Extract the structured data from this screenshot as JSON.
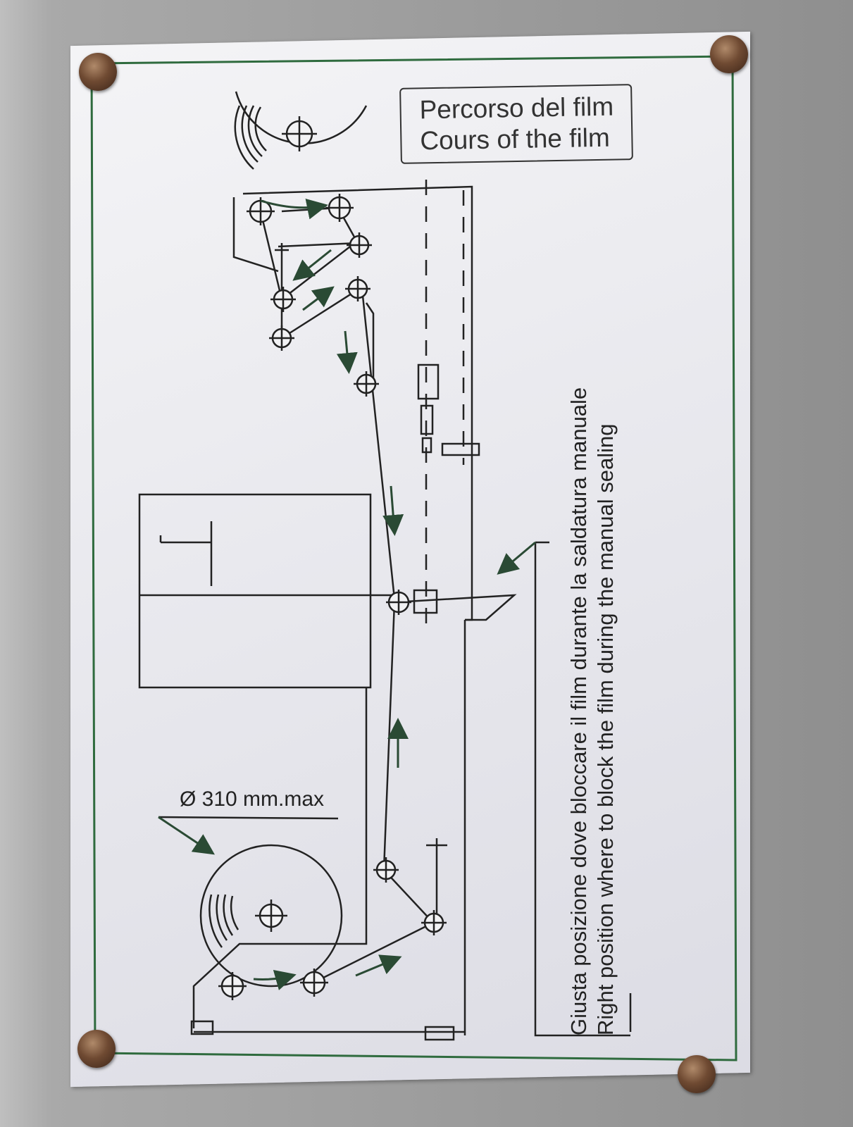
{
  "title": {
    "line1": "Percorso del film",
    "line2": "Cours of the film"
  },
  "diameter_label": "Ø 310 mm.max",
  "caption": {
    "italian": "Giusta posizione dove bloccare il film durante la saldatura manuale",
    "english": "Right position where to block the film during the manual sealing"
  },
  "colors": {
    "border_green": "#2f6b3e",
    "line": "#222222",
    "arrow": "#2a4a34"
  }
}
